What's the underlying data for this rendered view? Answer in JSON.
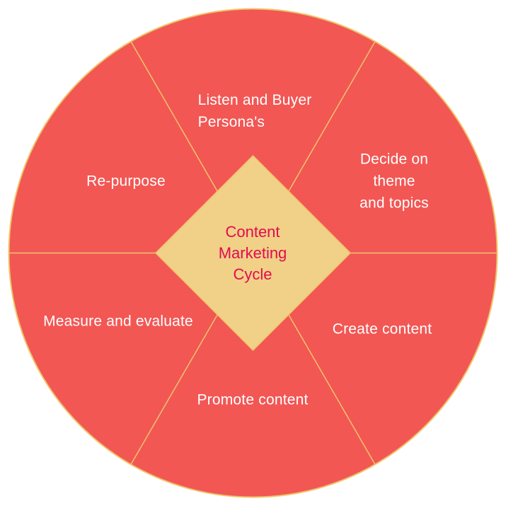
{
  "diagram": {
    "title": "Content Marketing Cycle",
    "center": {
      "label": "Content\nMarketing\nCycle"
    },
    "sectors": [
      {
        "id": "listen",
        "label": "Listen and Buyer\nPersona's"
      },
      {
        "id": "decide",
        "label": "Decide on theme\nand topics"
      },
      {
        "id": "create",
        "label": "Create content"
      },
      {
        "id": "promote",
        "label": "Promote content"
      },
      {
        "id": "measure",
        "label": "Measure and evaluate"
      },
      {
        "id": "repurpose",
        "label": "Re-purpose"
      }
    ],
    "colors": {
      "sector_fill": "#f25754",
      "outline": "#f0c46a",
      "diamond_fill": "#f0d187",
      "center_text": "#e50a50",
      "sector_text": "#ffffff",
      "background": "#ffffff"
    }
  }
}
